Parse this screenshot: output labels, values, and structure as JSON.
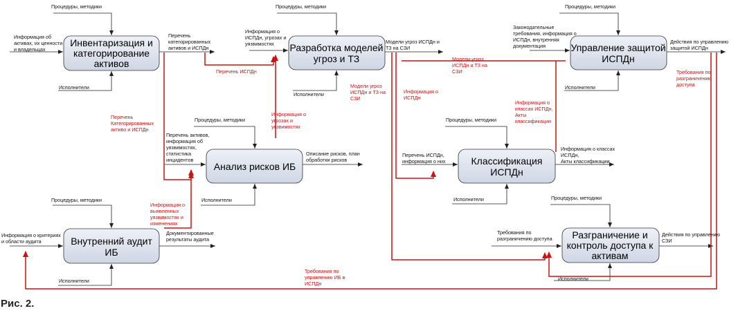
{
  "caption": "Рис. 2.",
  "boxes": {
    "inventory": [
      "Инвентаризация и",
      "категорирование",
      "активов"
    ],
    "threats": [
      "Разработка моделей",
      "угроз и ТЗ"
    ],
    "protection": [
      "Управление защитой",
      "ИСПДн"
    ],
    "risk": [
      "Анализ рисков ИБ"
    ],
    "classification": [
      "Классификация",
      "ИСПДн"
    ],
    "audit": [
      "Внутренний аудит",
      "ИБ"
    ],
    "access": [
      "Разграничение и",
      "контроль доступа к",
      "активам"
    ]
  },
  "labels": {
    "proc1": [
      "Процедуры, методики"
    ],
    "proc2": [
      "Процедуры, методики"
    ],
    "proc3": [
      "Процедуры, методики"
    ],
    "proc4": [
      "Процедуры, методики"
    ],
    "proc5": [
      "Процедуры, методики"
    ],
    "proc6": [
      "Процедуры, методики"
    ],
    "proc7": [
      "Процедуры, методики"
    ],
    "exec1": [
      "Исполнители"
    ],
    "exec2": [
      "Исполнители"
    ],
    "exec3": [
      "Исполнители"
    ],
    "exec4": [
      "Исполнители"
    ],
    "exec5": [
      "Исполнители"
    ],
    "exec6": [
      "Исполнители"
    ],
    "exec7": [
      "Исполнители"
    ],
    "inv_in": [
      "Информация об",
      "активах, их ценности",
      "и владельцах"
    ],
    "inv_out": [
      "Перечень",
      "категорированных",
      "активов и ИСПДн"
    ],
    "thr_in": [
      "Информация о",
      "ИСПДн, угрозах и",
      "уязвимостях"
    ],
    "thr_out": [
      "Модели угроз ИСПДн и",
      "ТЗ на СЗИ"
    ],
    "prot_in": [
      "Законодательные",
      "требования, информация о",
      "ИСПДн, внутренняя",
      "документация"
    ],
    "prot_out": [
      "Действия по управлению",
      "защитой ИСПДн"
    ],
    "risk_in": [
      "Перечень активов,",
      "информация об",
      "уязвимостях,",
      "статистика",
      "инцидентов"
    ],
    "risk_out": [
      "Описание рисков, план",
      "обработки рисков"
    ],
    "cls_in": [
      "Перечень ИСПДн,",
      "информация о них"
    ],
    "cls_out": [
      "Информация о классах",
      "ИСПДн,",
      "Акты классификации"
    ],
    "aud_in": [
      "Информация о критериях",
      "и области аудита"
    ],
    "aud_out": [
      "Документированные",
      "результаты аудита"
    ],
    "acc_in": [
      "Требования по",
      "разграничению доступа"
    ],
    "acc_out": [
      "Действия по управлению",
      "СЗИ"
    ],
    "r_ispdn": [
      "Перечень ИСПДн"
    ],
    "r_cat": [
      "Перечень",
      "Категорированных",
      "активо и ИСПДн"
    ],
    "r_thr_info": [
      "Информация о",
      "угрозах и",
      "уязвимостях"
    ],
    "r_models_down": [
      "Модели угроз",
      "ИСПДн и ТЗ на",
      "СЗИ"
    ],
    "r_models_right": [
      "Модели угроз",
      "ИСПДн и ТЗ на",
      "СЗИ"
    ],
    "r_ispdn_info": [
      "Информация о",
      "ИСПДн"
    ],
    "r_cls_info": [
      "Информация о",
      "классах ИСПДн,",
      "Акты",
      "классификации"
    ],
    "r_vuln": [
      "Информация о",
      "выявленных",
      "уязвимостях и",
      "изменениях"
    ],
    "r_access_req": [
      "Требования по",
      "разграничению",
      "доступа"
    ],
    "r_audit_req": [
      "Требования по",
      "управлению ИБ в",
      "ИСПДн"
    ]
  }
}
